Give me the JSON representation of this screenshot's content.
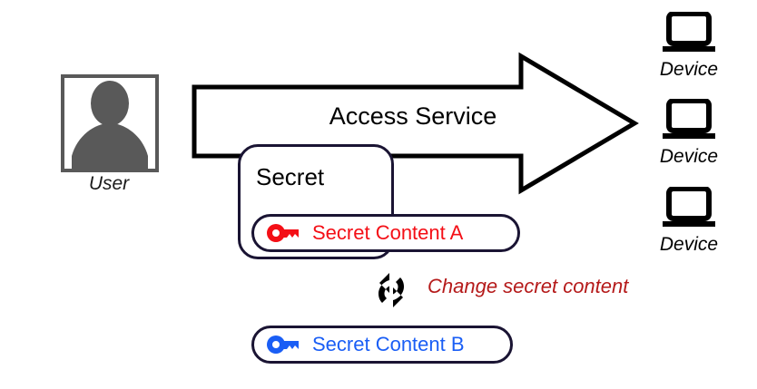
{
  "diagram": {
    "user": {
      "label": "User",
      "icon": "user-avatar-icon",
      "color": "#595959"
    },
    "access_arrow": {
      "label": "Access Service",
      "icon": "right-block-arrow-icon",
      "fill": "#ffffff",
      "stroke": "#000000"
    },
    "secret_box": {
      "label": "Secret",
      "border_color": "#1a1433"
    },
    "secret_pills": [
      {
        "id": "a",
        "label": "Secret Content A",
        "icon": "key-icon",
        "color": "#f40f16",
        "border_color": "#1a1433"
      },
      {
        "id": "b",
        "label": "Secret Content B",
        "icon": "key-icon",
        "color": "#1a5ef5",
        "border_color": "#1a1433"
      }
    ],
    "change_action": {
      "label": "Change secret content",
      "icon": "sync-arrows-icon",
      "color": "#b51a1a"
    },
    "devices": [
      {
        "label": "Device",
        "icon": "laptop-icon"
      },
      {
        "label": "Device",
        "icon": "laptop-icon"
      },
      {
        "label": "Device",
        "icon": "laptop-icon"
      }
    ]
  }
}
